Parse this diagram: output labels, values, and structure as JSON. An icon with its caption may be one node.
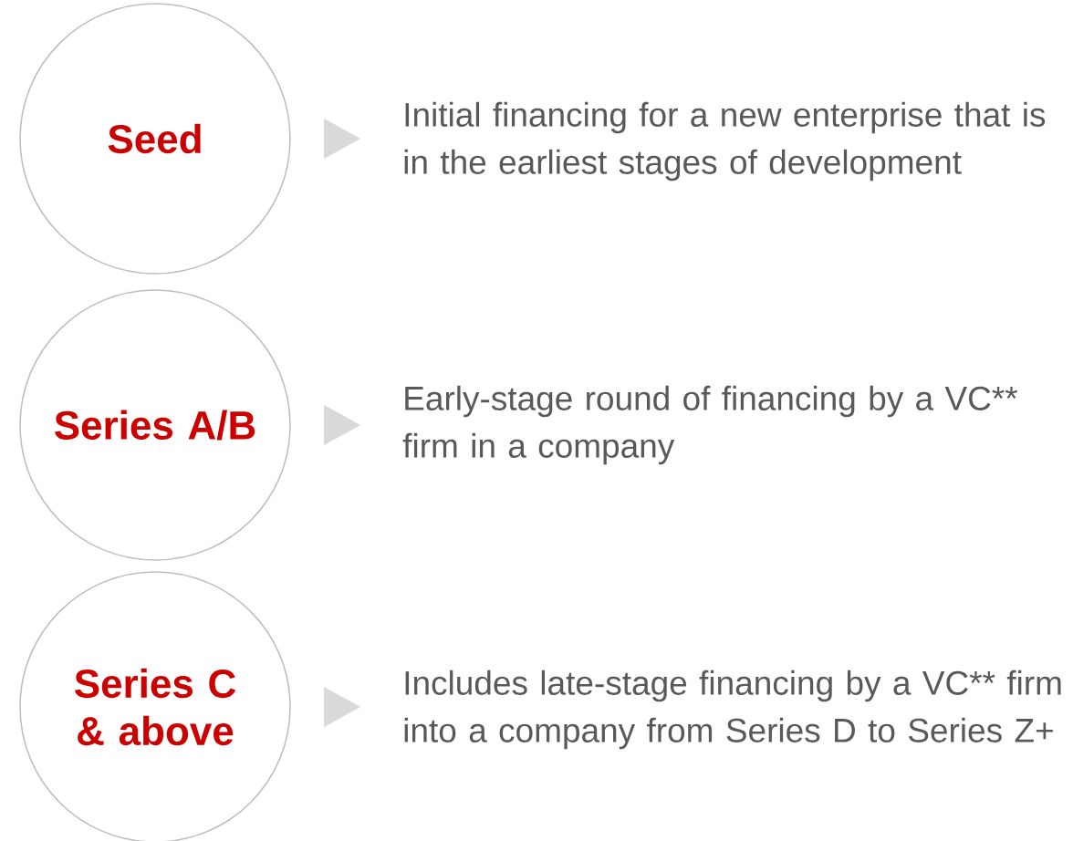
{
  "diagram": {
    "nodes": [
      {
        "text": [
          "Seed"
        ]
      },
      {
        "text": [
          "Series A/B"
        ]
      },
      {
        "text": [
          "Series C & above"
        ]
      },
      {
        "text": [
          "Initial financing for a new enterprise that is in the earliest stages of development"
        ]
      },
      {
        "text": [
          "Early-stage round of financing by a VC** firm in a company"
        ]
      },
      {
        "text": [
          "Includes late-stage financing by a VC** firm into a company from Series D to Series Z+"
        ]
      }
    ],
    "edges": [
      {
        "from": 0,
        "to": 3,
        "arrow": "to"
      },
      {
        "from": 1,
        "to": 4,
        "arrow": "to"
      },
      {
        "from": 2,
        "to": 5,
        "arrow": "to"
      }
    ]
  }
}
